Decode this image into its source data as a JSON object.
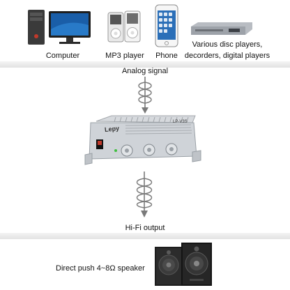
{
  "sources": [
    {
      "label": "Computer"
    },
    {
      "label": "MP3 player"
    },
    {
      "label": "Phone"
    },
    {
      "label_line1": "Various disc players,",
      "label_line2": "decorders, digital players"
    }
  ],
  "signal_in_label": "Analog signal",
  "amplifier": {
    "brand": "Lepy",
    "model": "LP-V3S"
  },
  "signal_out_label": "Hi-Fi output",
  "speaker_label": "Direct push 4~8Ω speaker",
  "colors": {
    "arrow": "#7a7a7a",
    "band": "#e6e6e6",
    "chassis": "#c9ccd0"
  }
}
